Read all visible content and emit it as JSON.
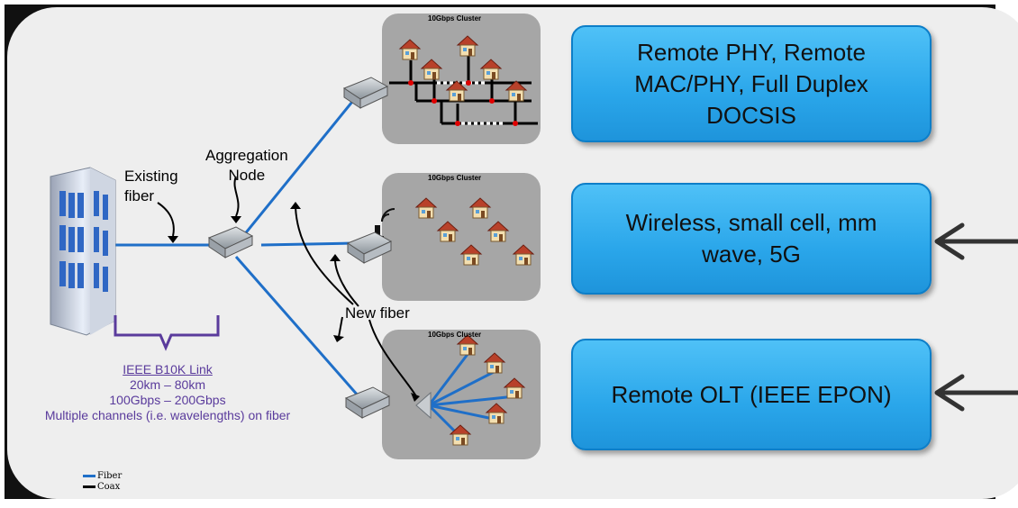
{
  "clusters": [
    {
      "label": "10Gbps Cluster"
    },
    {
      "label": "10Gbps Cluster"
    },
    {
      "label": "10Gbps Cluster"
    }
  ],
  "labels": {
    "existing_fiber": "Existing\nfiber",
    "aggregation_node": "Aggregation\nNode",
    "new_fiber": "New fiber"
  },
  "link": {
    "title": "IEEE B10K Link",
    "distance": "20km – 80km",
    "rate": "100Gbps – 200Gbps",
    "channels": "Multiple channels (i.e. wavelengths) on fiber"
  },
  "boxes": [
    {
      "text": "Remote PHY, Remote MAC/PHY, Full Duplex DOCSIS"
    },
    {
      "text": "Wireless, small cell, mm wave, 5G"
    },
    {
      "text": "Remote OLT (IEEE EPON)"
    }
  ],
  "legend": {
    "fiber": "Fiber",
    "coax": "Coax"
  },
  "colors": {
    "fiber": "#1f6fc8",
    "coax": "#000000",
    "panel": "#eeeeee",
    "box": "#2aa6ea",
    "link_text": "#5a3b9c"
  }
}
